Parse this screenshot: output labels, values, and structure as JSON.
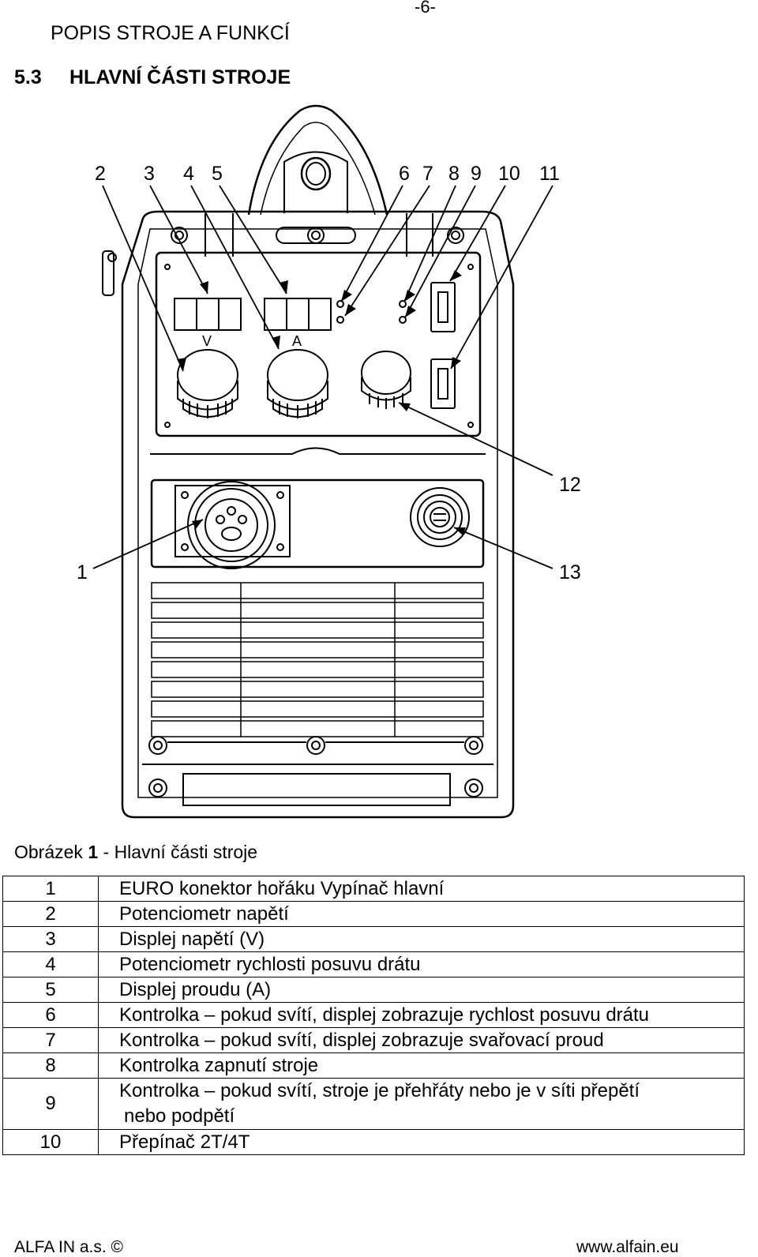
{
  "page": {
    "number": "-6-"
  },
  "header": {
    "title": "POPIS STROJE A FUNKCÍ"
  },
  "section": {
    "number": "5.3",
    "title": "HLAVNÍ ČÁSTI STROJE"
  },
  "figure": {
    "labels": {
      "l1": "1",
      "l2": "2",
      "l3": "3",
      "l4": "4",
      "l5": "5",
      "l6": "6",
      "l7": "7",
      "l8": "8",
      "l9": "9",
      "l10": "10",
      "l11": "11",
      "l12": "12",
      "l13": "13"
    },
    "display_v_label": "V",
    "display_a_label": "A"
  },
  "caption": {
    "prefix": "Obrázek ",
    "number": "1",
    "suffix": " - Hlavní části stroje"
  },
  "parts": [
    {
      "num": "1",
      "desc": "EURO konektor hořáku Vypínač hlavní"
    },
    {
      "num": "2",
      "desc": "Potenciometr napětí"
    },
    {
      "num": "3",
      "desc": "Displej napětí (V)"
    },
    {
      "num": "4",
      "desc": "Potenciometr rychlosti posuvu drátu"
    },
    {
      "num": "5",
      "desc": "Displej proudu (A)"
    },
    {
      "num": "6",
      "desc": "Kontrolka – pokud svítí, displej zobrazuje rychlost posuvu drátu"
    },
    {
      "num": "7",
      "desc": "Kontrolka – pokud svítí, displej zobrazuje svařovací proud"
    },
    {
      "num": "8",
      "desc": "Kontrolka zapnutí stroje"
    },
    {
      "num": "9",
      "desc_line1": "Kontrolka – pokud svítí, stroje je přehřáty nebo je v síti přepětí",
      "desc_line2": "nebo podpětí"
    },
    {
      "num": "10",
      "desc": "Přepínač 2T/4T"
    }
  ],
  "footer": {
    "left": "ALFA IN a.s. ©",
    "right": "www.alfain.eu"
  }
}
